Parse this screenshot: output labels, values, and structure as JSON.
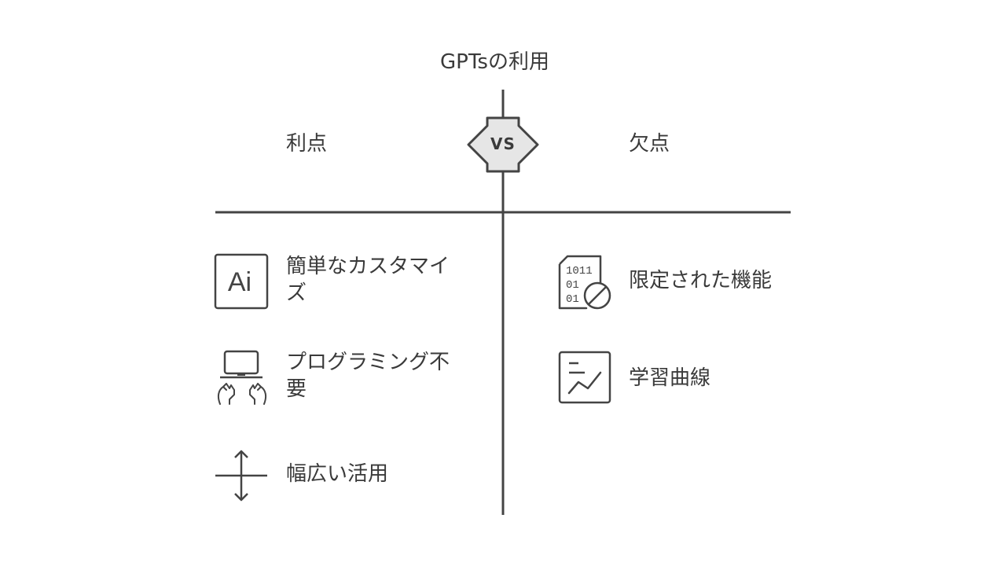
{
  "title": "GPTsの利用",
  "vs_label": "VS",
  "columns": {
    "left_header": "利点",
    "right_header": "欠点"
  },
  "advantages": [
    {
      "label": "簡単なカスタマイズ",
      "icon": "ai-icon"
    },
    {
      "label": "プログラミング不要",
      "icon": "laptop-hands-icon"
    },
    {
      "label": "幅広い活用",
      "icon": "expand-arrows-icon"
    }
  ],
  "disadvantages": [
    {
      "label": "限定された機能",
      "icon": "binary-blocked-icon"
    },
    {
      "label": "学習曲線",
      "icon": "line-chart-icon"
    }
  ],
  "colors": {
    "line": "#444444",
    "text": "#3a3a3a",
    "vs_fill": "#e6e6e6"
  }
}
